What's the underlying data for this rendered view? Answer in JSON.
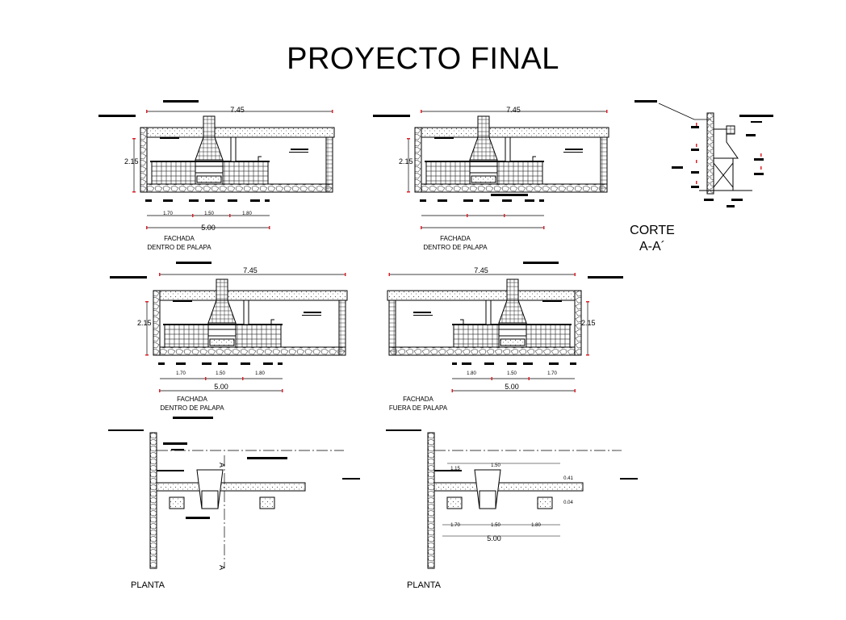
{
  "title": "PROYECTO FINAL",
  "section": {
    "line1": "CORTE",
    "line2": "A-A´"
  },
  "dims": {
    "total": "7.45",
    "height": "2.15",
    "width": "5.00",
    "seg_a": "1.70",
    "seg_b": "1.50",
    "seg_c": "1.80",
    "plan_left": "1.15",
    "plan_right": "0.41",
    "plan_small": "0.04"
  },
  "elevations": [
    {
      "line1": "FACHADA",
      "line2": "DENTRO DE PALAPA"
    },
    {
      "line1": "FACHADA",
      "line2": "DENTRO DE PALAPA"
    },
    {
      "line1": "FACHADA",
      "line2": "DENTRO DE PALAPA"
    },
    {
      "line1": "FACHADA",
      "line2": "FUERA DE PALAPA"
    }
  ],
  "plans": [
    {
      "label": "PLANTA"
    },
    {
      "label": "PLANTA"
    }
  ],
  "cut_marker": "A",
  "colors": {
    "ink": "#000000",
    "dim_tick": "#e0202a",
    "hatch": "#333333"
  }
}
